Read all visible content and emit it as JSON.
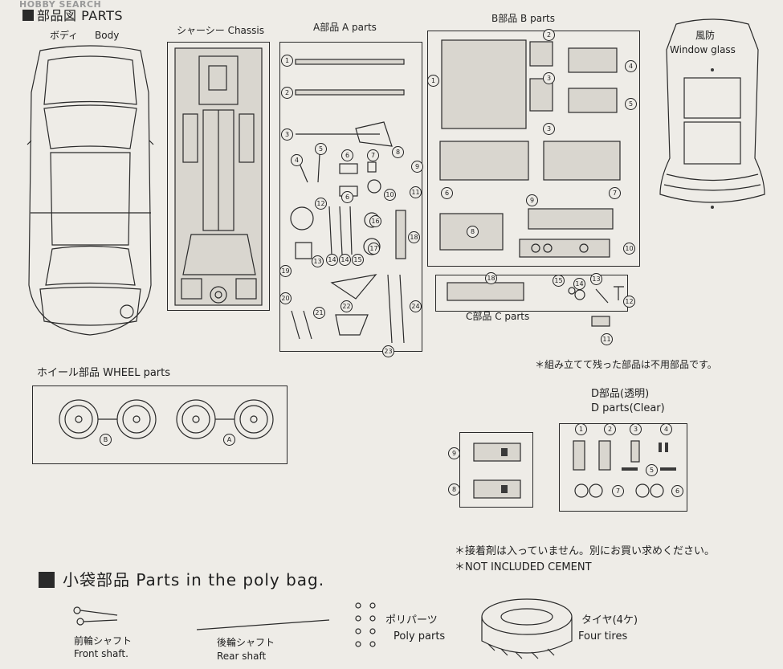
{
  "watermark": "HOBBY SEARCH",
  "header": {
    "title": "部品図 PARTS"
  },
  "body": {
    "jp": "ボディ",
    "en": "Body"
  },
  "chassis": {
    "label": "シャーシー Chassis"
  },
  "a_parts": {
    "label": "A部品 A parts",
    "numbers": [
      "1",
      "2",
      "3",
      "4",
      "5",
      "6",
      "6",
      "7",
      "8",
      "9",
      "10",
      "11",
      "12",
      "13",
      "14",
      "14",
      "15",
      "16",
      "17",
      "18",
      "19",
      "20",
      "21",
      "22",
      "23",
      "24"
    ]
  },
  "b_parts": {
    "label": "B部品 B parts",
    "numbers": [
      "1",
      "2",
      "3",
      "3",
      "4",
      "5",
      "6",
      "7",
      "8",
      "9",
      "10"
    ]
  },
  "window": {
    "jp": "風防",
    "en": "Window glass"
  },
  "c_parts": {
    "label": "C部品 C parts",
    "numbers": [
      "18",
      "15",
      "14",
      "13",
      "12",
      "11"
    ]
  },
  "note_leftover": "＊組み立てて残った部品は不用部品です。",
  "wheel": {
    "label": "ホイール部品 WHEEL parts",
    "marks": [
      "B",
      "A"
    ]
  },
  "d_parts": {
    "jp": "D部品(透明)",
    "en": "D parts(Clear)",
    "numbers": [
      "9",
      "8",
      "1",
      "2",
      "3",
      "4",
      "5",
      "7",
      "6"
    ]
  },
  "cement": {
    "jp": "＊接着剤は入っていません。別にお買い求めください。",
    "en": "＊NOT INCLUDED CEMENT"
  },
  "polybag": {
    "title": "小袋部品 Parts in the poly bag.",
    "front_jp": "前輪シャフト",
    "front_en": "Front shaft.",
    "rear_jp": "後輪シャフト",
    "rear_en": "Rear shaft",
    "poly_jp": "ポリパーツ",
    "poly_en": "Poly parts",
    "tire_jp": "タイヤ(4ケ)",
    "tire_en": "Four tires"
  }
}
